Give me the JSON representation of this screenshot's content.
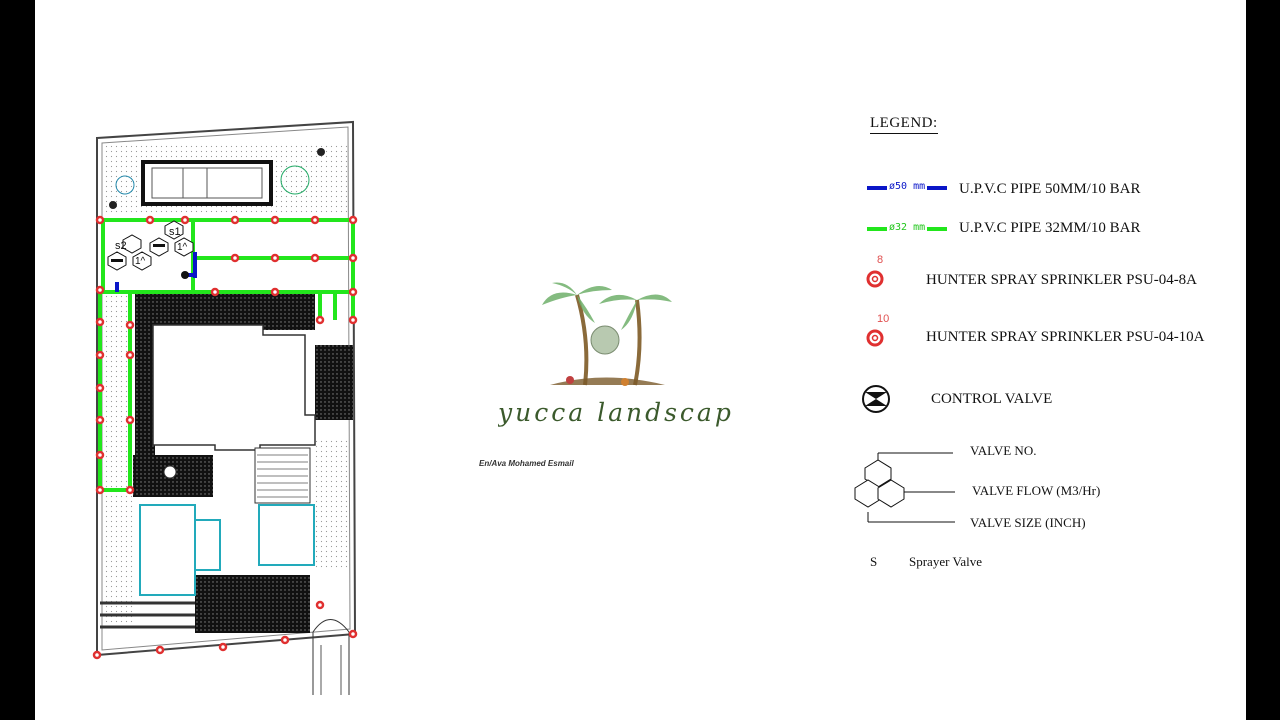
{
  "legend": {
    "title": "LEGEND:",
    "items": [
      {
        "tag": "ø50 mm",
        "label": "U.P.V.C PIPE 50MM/10 BAR",
        "color": "#0a16c8"
      },
      {
        "tag": "ø32 mm",
        "label": "U.P.V.C PIPE 32MM/10 BAR",
        "color": "#22e61c"
      },
      {
        "tag": "8",
        "label": "HUNTER SPRAY SPRINKLER PSU-04-8A",
        "color": "#e03030"
      },
      {
        "tag": "10",
        "label": "HUNTER SPRAY SPRINKLER PSU-04-10A",
        "color": "#e03030"
      },
      {
        "label": "CONTROL VALVE"
      }
    ],
    "valve_key": {
      "no": "VALVE NO.",
      "flow": "VALVE FLOW (M3/Hr)",
      "size": "VALVE SIZE (INCH)"
    },
    "sprayer": {
      "symbol": "S",
      "label": "Sprayer Valve"
    }
  },
  "logo": {
    "name": "yucca landscape",
    "author": "En/Ava Mohamed Esmail"
  },
  "valves": [
    {
      "no": "s2",
      "size": "1^"
    },
    {
      "no": "s1",
      "size": "1^"
    }
  ],
  "colors": {
    "pipe50": "#0a16c8",
    "pipe32": "#22e61c",
    "sprinkler": "#e03030",
    "wall": "#333333"
  }
}
